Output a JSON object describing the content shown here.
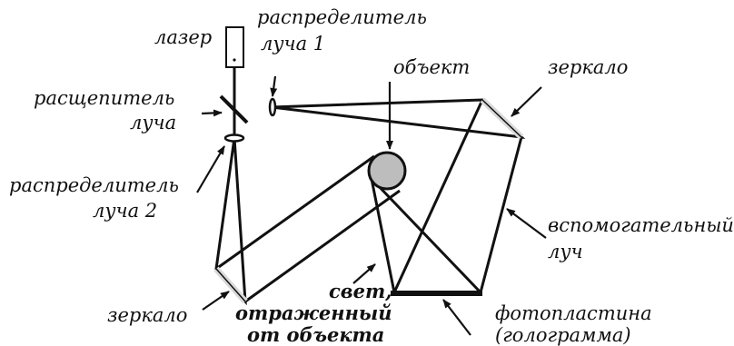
{
  "labels": {
    "laser": "лазер",
    "splitter_1_line1": "распределитель",
    "splitter_1_line2": "луча 1",
    "beam_divider_line1": "расщепитель",
    "beam_divider_line2": "луча",
    "object": "объект",
    "mirror_top": "зеркало",
    "splitter_2_line1": "распределитель",
    "splitter_2_line2": "луча 2",
    "reference_line1": "вспомогательный",
    "reference_line2": "луч",
    "mirror_bottom": "зеркало",
    "reflected_line1": "свет,",
    "reflected_line2": "отраженный",
    "reflected_line3": "от объекта",
    "plate_line1": "фотопластина",
    "plate_line2": "(голограмма)"
  },
  "colors": {
    "line": "#111111",
    "object_fill": "#bdbdbd",
    "mirror_face": "#d9d9d9",
    "background": "#ffffff"
  }
}
